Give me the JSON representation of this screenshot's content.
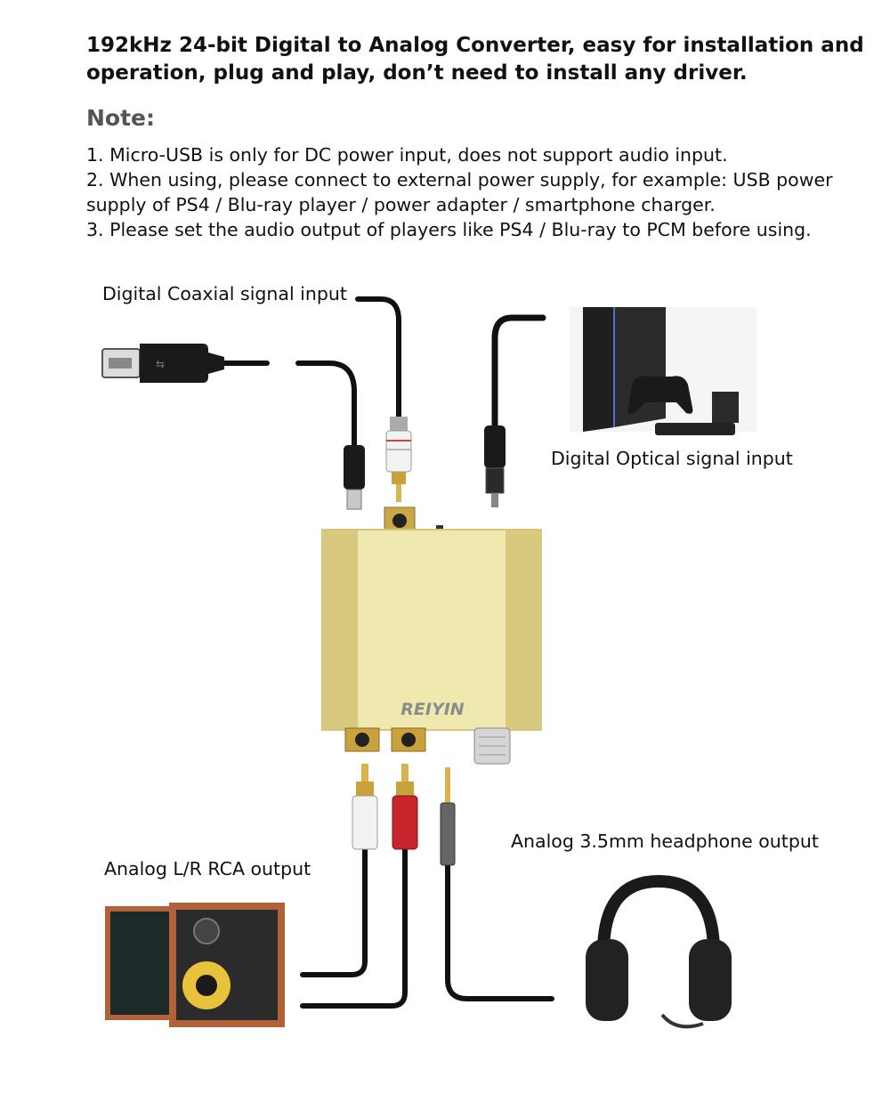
{
  "headline": "192kHz 24-bit Digital to Analog Converter, easy for installation and operation, plug and play, don’t need to install any driver.",
  "note": {
    "title": "Note:",
    "items": [
      "1. Micro-USB is only for DC power input, does not support audio input.",
      "2. When using, please connect to external power supply, for example: USB power supply of PS4 / Blu-ray player / power adapter / smartphone charger.",
      "3. Please set the audio output of players like PS4 / Blu-ray to PCM before using."
    ]
  },
  "labels": {
    "coaxial": "Digital Coaxial signal input",
    "optical": "Digital Optical signal input",
    "headphone": "Analog 3.5mm headphone output",
    "rca": "Analog L/R RCA output"
  },
  "device": {
    "brand": "REIYIN"
  },
  "colors": {
    "device_body": "#efe9b0",
    "device_edge": "#d9c97e",
    "cable": "#111111",
    "rca_gold": "#c9a23c",
    "rca_red": "#c8242b",
    "wood": "#b0623a"
  },
  "icons": [
    "usb-cable-icon",
    "ps4-console-icon",
    "headphones-icon",
    "speakers-icon",
    "dac-device-icon"
  ]
}
